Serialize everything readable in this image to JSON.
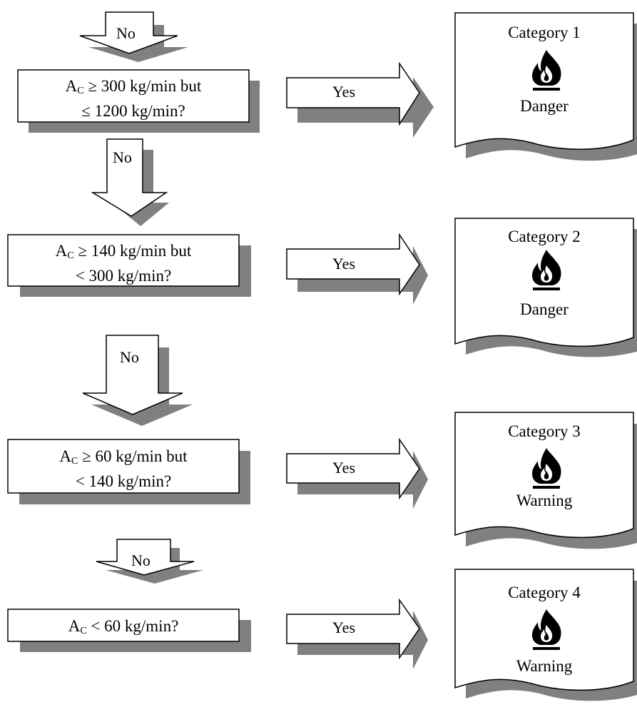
{
  "questions": [
    {
      "symbol": "A",
      "subscript": "C",
      "line1_rest": " ≥ 300 kg/min but",
      "line2": "≤ 1200 kg/min?"
    },
    {
      "symbol": "A",
      "subscript": "C",
      "line1_rest": " ≥ 140 kg/min but",
      "line2": "< 300 kg/min?"
    },
    {
      "symbol": "A",
      "subscript": "C",
      "line1_rest": " ≥ 60 kg/min but",
      "line2": "< 140 kg/min?"
    },
    {
      "symbol": "A",
      "subscript": "C",
      "line1_rest": " < 60 kg/min?",
      "line2": ""
    }
  ],
  "no_labels": [
    "No",
    "No",
    "No",
    "No"
  ],
  "yes_labels": [
    "Yes",
    "Yes",
    "Yes",
    "Yes"
  ],
  "outcomes": [
    {
      "category": "Category 1",
      "signal_word": "Danger",
      "icon": "flame-icon"
    },
    {
      "category": "Category 2",
      "signal_word": "Danger",
      "icon": "flame-icon"
    },
    {
      "category": "Category 3",
      "signal_word": "Warning",
      "icon": "flame-icon"
    },
    {
      "category": "Category 4",
      "signal_word": "Warning",
      "icon": "flame-icon"
    }
  ],
  "colors": {
    "shadow": "#808080",
    "line": "#000000",
    "fill": "#ffffff"
  }
}
